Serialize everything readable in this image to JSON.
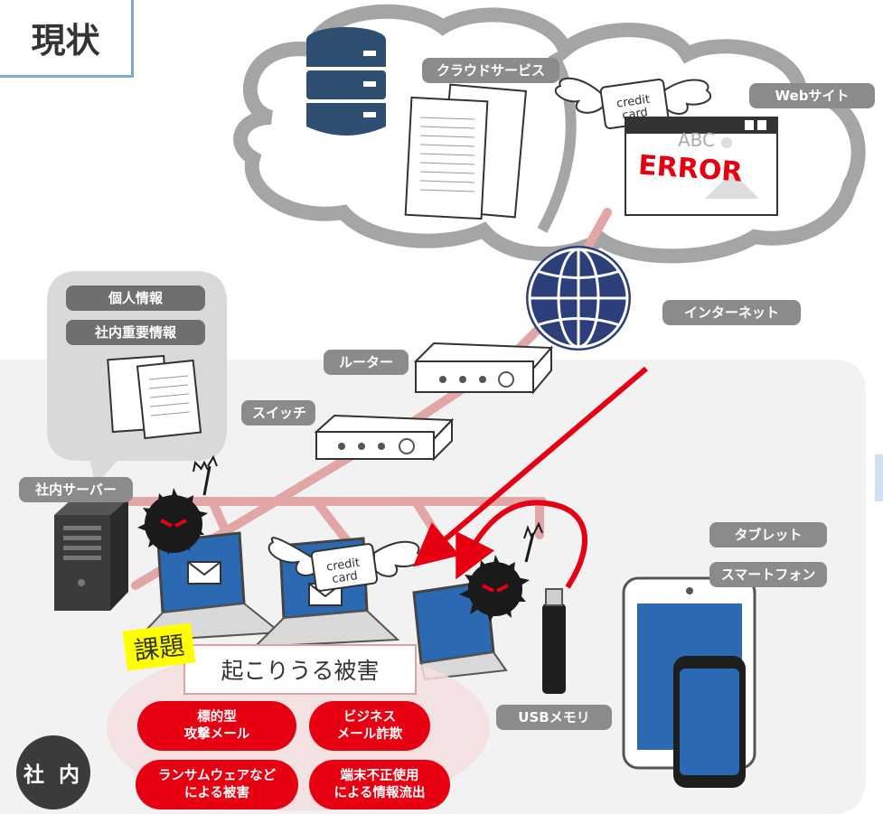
{
  "title": "現状",
  "labels": {
    "cloud_service": "クラウドサービス",
    "website": "Webサイト",
    "internet": "インターネット",
    "personal_info": "個人情報",
    "internal_important_info": "社内重要情報",
    "router": "ルーター",
    "switch": "スイッチ",
    "internal_server": "社内サーバー",
    "tablet": "タブレット",
    "smartphone": "スマートフォン",
    "usb_memory": "USBメモリ",
    "inside": "社 内"
  },
  "cards": {
    "credit_line1": "credit",
    "credit_line2": "card"
  },
  "browser": {
    "abc": "ABC",
    "error": "ERROR"
  },
  "issue": {
    "tag": "課題",
    "title": "起こりうる被害",
    "items": [
      {
        "line1": "標的型",
        "line2": "攻撃メール"
      },
      {
        "line1": "ビジネス",
        "line2": "メール詐欺"
      },
      {
        "line1": "ランサムウェアなど",
        "line2": "による被害"
      },
      {
        "line1": "端末不正使用",
        "line2": "による情報流出"
      }
    ]
  },
  "colors": {
    "accent_red": "#e60012",
    "cable_pink": "#e3a6a6",
    "label_gray": "#8b8b8b",
    "laptop_blue": "#2c69b3",
    "title_border": "#7ea6d8"
  }
}
